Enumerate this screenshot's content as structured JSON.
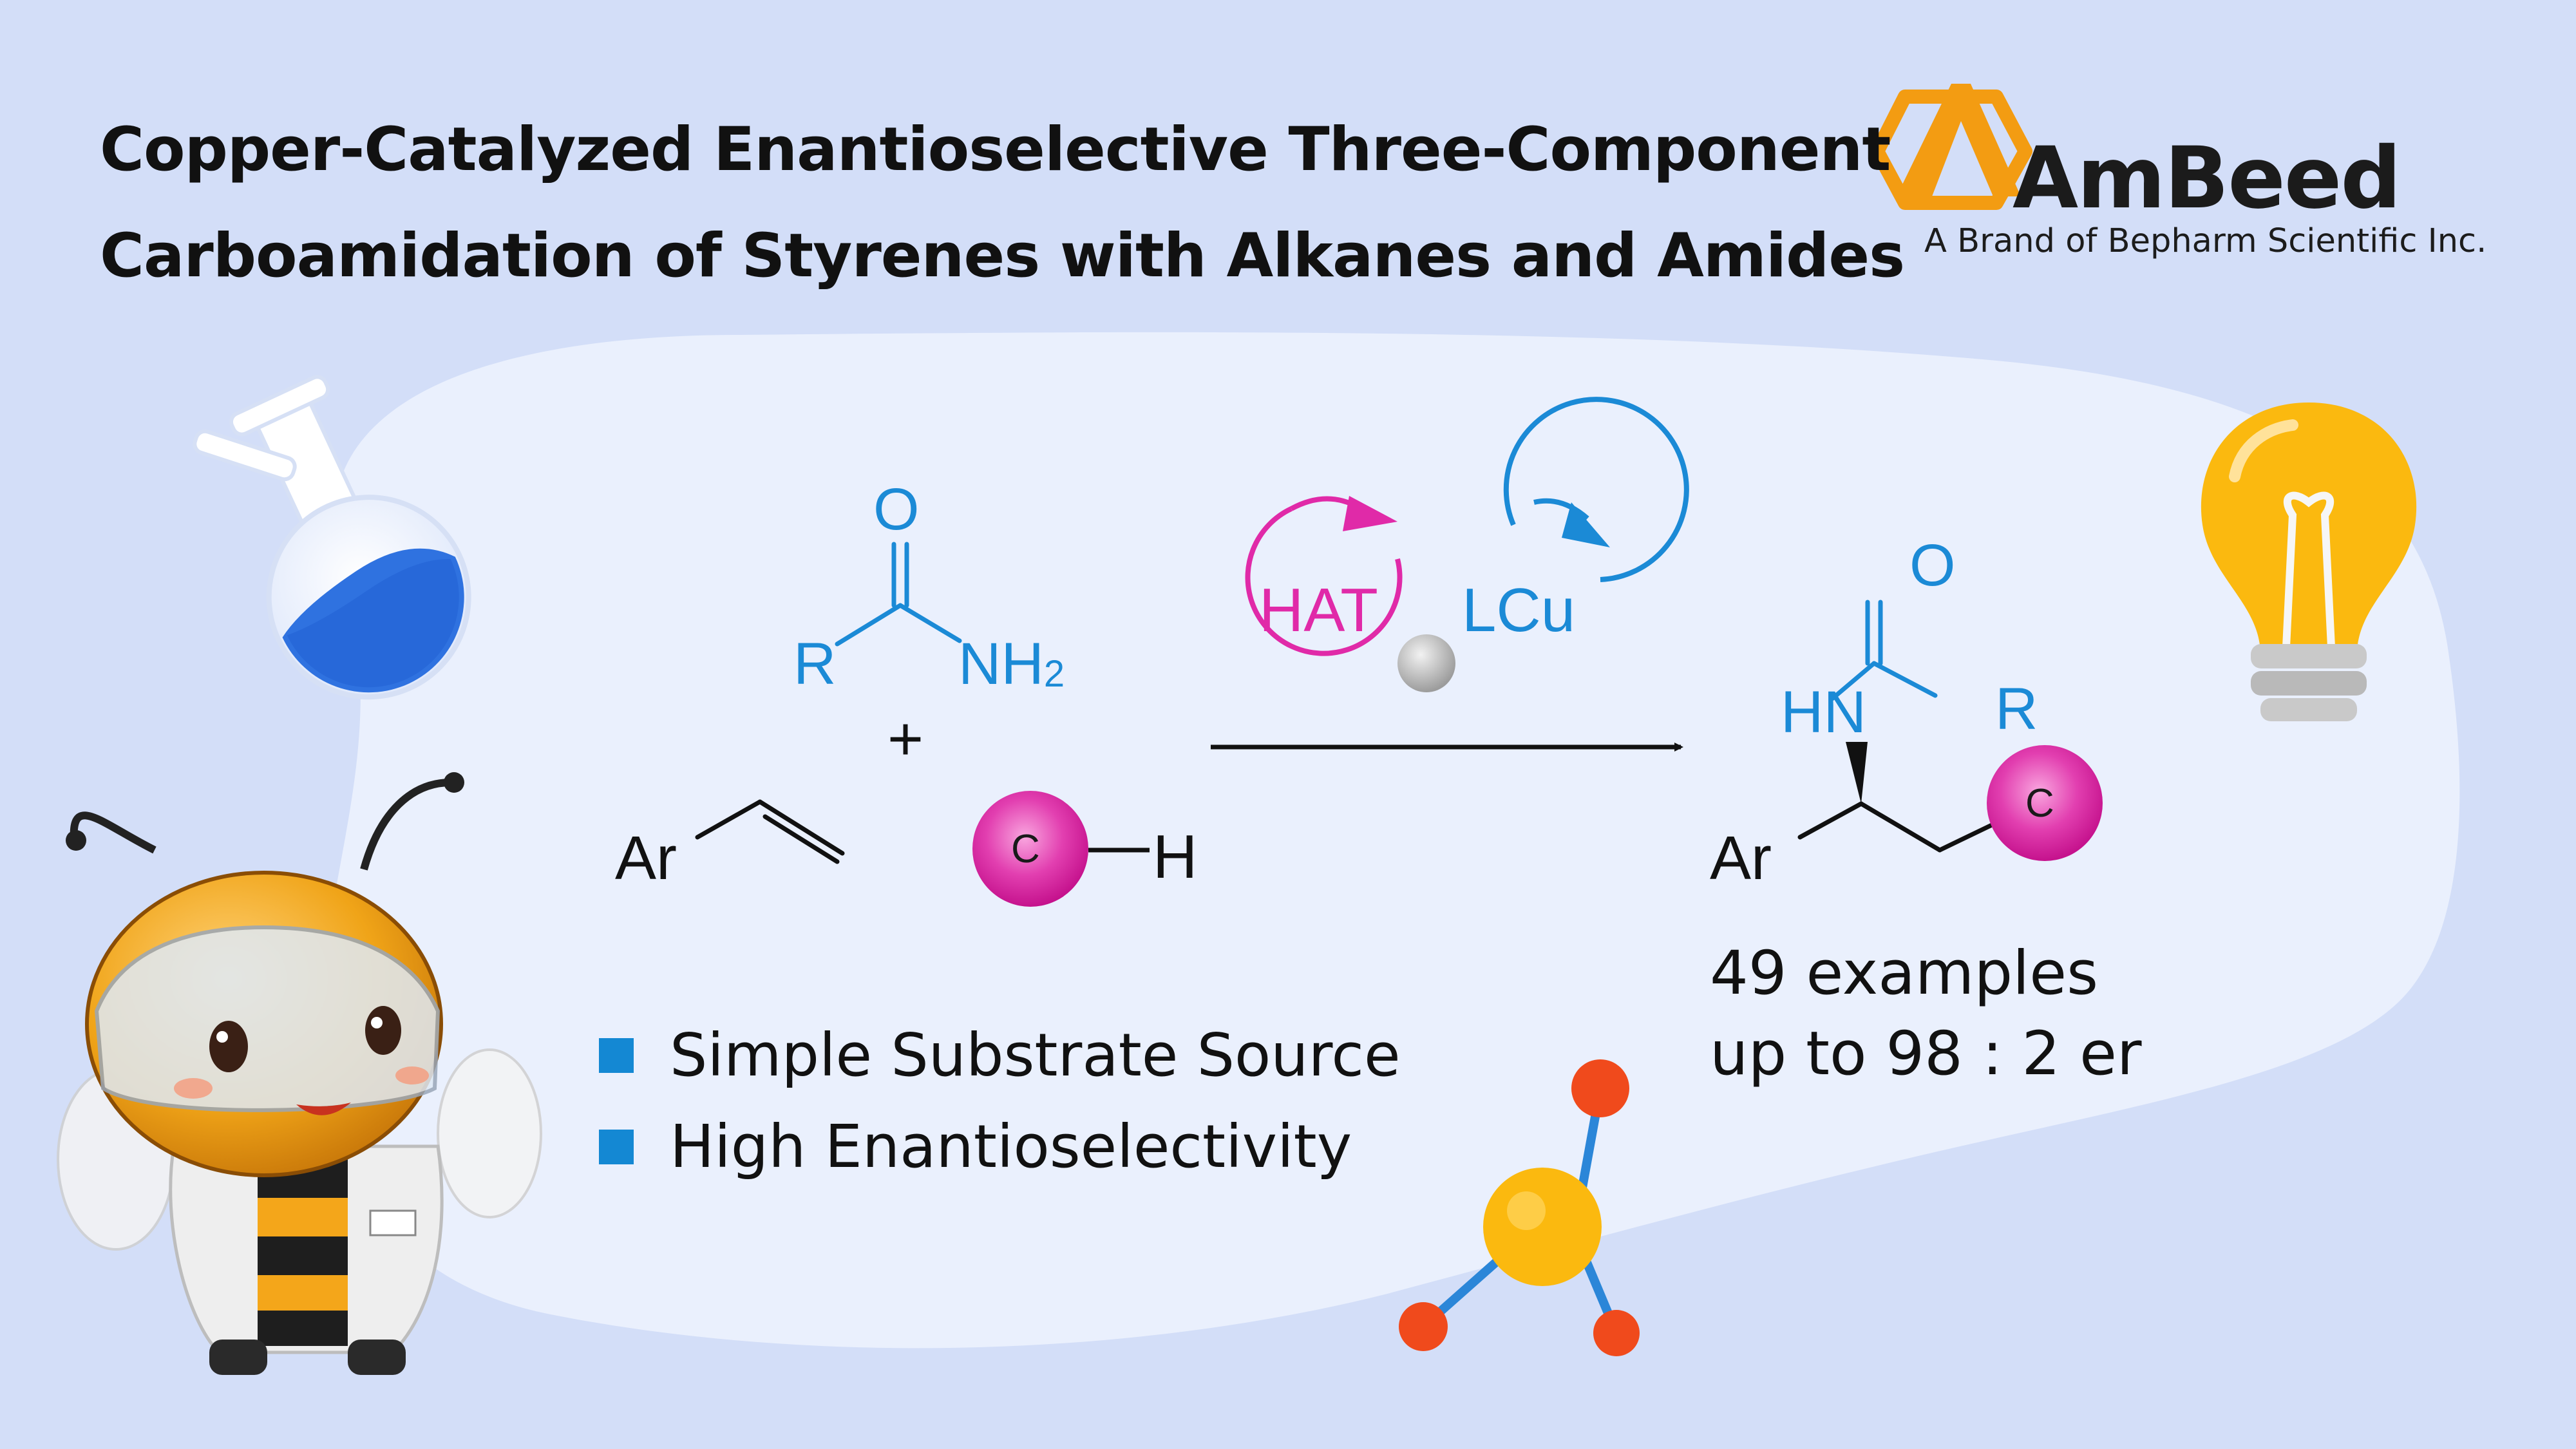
{
  "title": {
    "line1": "Copper-Catalyzed Enantioselective Three-Component",
    "line2": "Carboamidation of Styrenes with Alkanes and Amides"
  },
  "brand": {
    "name": "AmBeed",
    "tagline": "A Brand of Bepharm Scientific Inc.",
    "color": "#f39c12"
  },
  "reaction": {
    "amide": {
      "oxygen": "O",
      "r_group": "R",
      "nh2": "NH",
      "nh2_sub": "2"
    },
    "plus": "+",
    "styrene": {
      "ar": "Ar"
    },
    "alkane": {
      "c": "C",
      "h": "H"
    },
    "catalysis": {
      "hat": "HAT",
      "lcu": "LCu"
    },
    "product": {
      "oxygen": "O",
      "hn": "HN",
      "r_group": "R",
      "ar": "Ar",
      "c": "C"
    }
  },
  "features": [
    "Simple Substrate Source",
    "High Enantioselectivity"
  ],
  "stats": {
    "examples": "49 examples",
    "er": "up to 98 : 2 er"
  },
  "colors": {
    "background": "#d3def8",
    "blob": "#eaf0fd",
    "amide_blue": "#1b8ad6",
    "magenta": "#e02aa8",
    "bullet": "#1488d3",
    "bulb": "#fbb90f",
    "molecule_center": "#fbb90f",
    "molecule_atom": "#f04a1c"
  }
}
